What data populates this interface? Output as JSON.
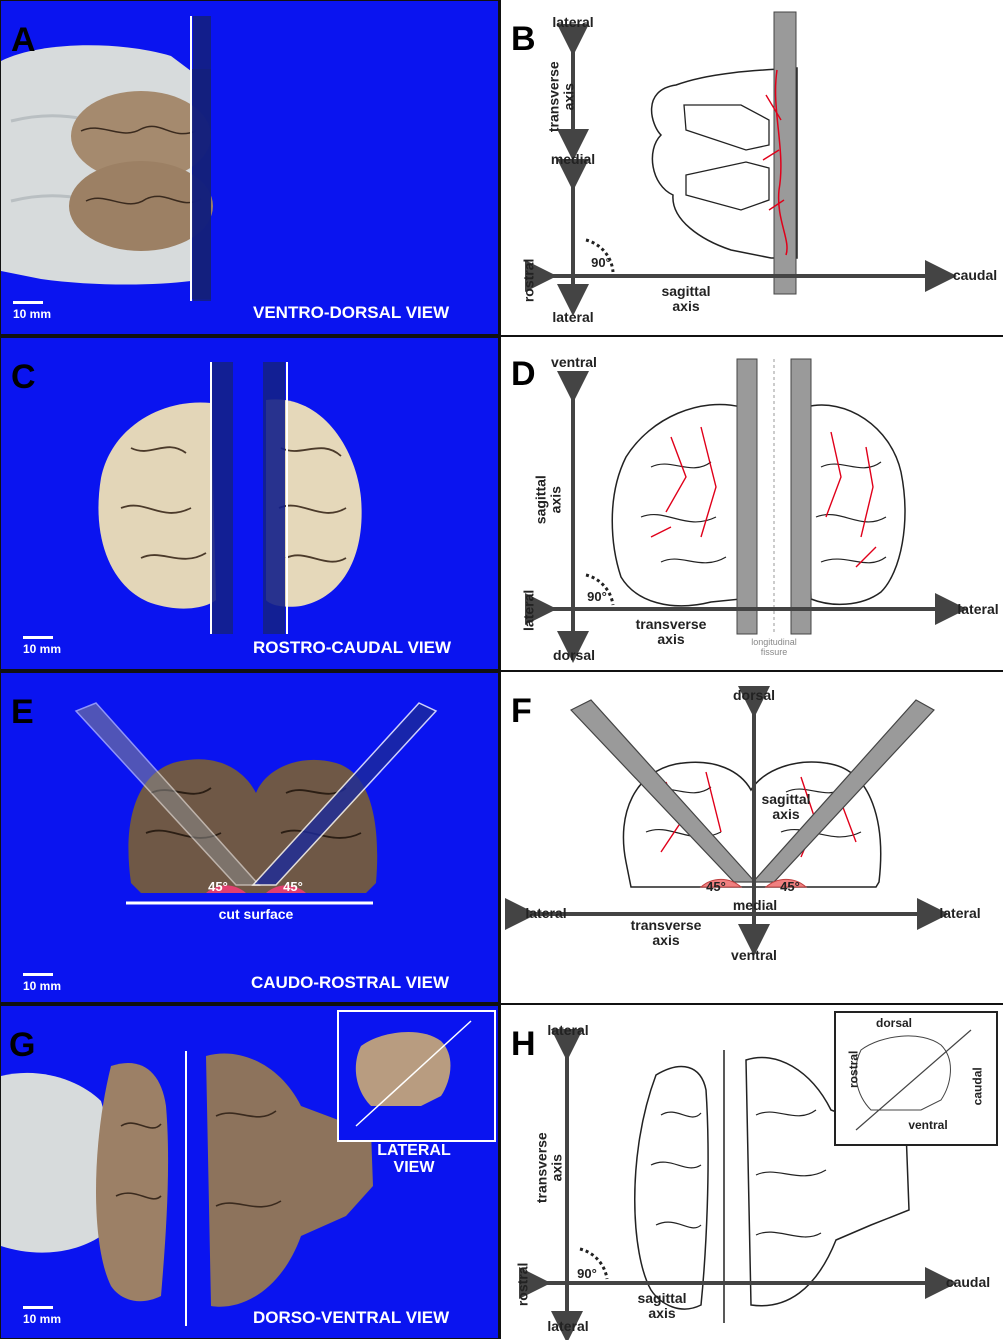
{
  "panels": {
    "A": {
      "letter": "A",
      "view": "VENTRO-DORSAL VIEW",
      "scale": "10 mm"
    },
    "B": {
      "letter": "B",
      "top": "lateral",
      "axis_v": "transverse\naxis",
      "medial": "medial",
      "bottom": "lateral",
      "left": "rostral",
      "right": "caudal",
      "axis_h": "sagittal\naxis",
      "angle": "90°"
    },
    "C": {
      "letter": "C",
      "view": "ROSTRO-CAUDAL VIEW",
      "scale": "10 mm"
    },
    "D": {
      "letter": "D",
      "top": "ventral",
      "axis_v": "sagittal\naxis",
      "bottom": "dorsal",
      "left": "lateral",
      "right": "lateral",
      "axis_h": "transverse\naxis",
      "angle": "90°",
      "fissure": "longitudinal\nfissure"
    },
    "E": {
      "letter": "E",
      "view": "CAUDO-ROSTRAL VIEW",
      "scale": "10 mm",
      "angle_left": "45°",
      "angle_right": "45°",
      "cut": "cut surface"
    },
    "F": {
      "letter": "F",
      "top": "dorsal",
      "axis_v": "sagittal\naxis",
      "medial": "medial",
      "bottom": "ventral",
      "left": "lateral",
      "right": "lateral",
      "axis_h": "transverse\naxis",
      "angle_left": "45°",
      "angle_right": "45°"
    },
    "G": {
      "letter": "G",
      "view": "DORSO-VENTRAL VIEW",
      "scale": "10 mm",
      "inset": "LATERAL\nVIEW"
    },
    "H": {
      "letter": "H",
      "top": "lateral",
      "axis_v": "transverse\naxis",
      "bottom": "lateral",
      "left": "rostral",
      "right": "caudal",
      "axis_h": "sagittal\naxis",
      "angle": "90°",
      "inset_dorsal": "dorsal",
      "inset_rostral": "rostral",
      "inset_caudal": "caudal",
      "inset_ventral": "ventral"
    }
  },
  "colors": {
    "photo_background": "#0a14f0",
    "axis": "#444444",
    "vessels": "#e0001a",
    "cut_band": "#9a9a9a",
    "angle_fill": "#f08080"
  }
}
